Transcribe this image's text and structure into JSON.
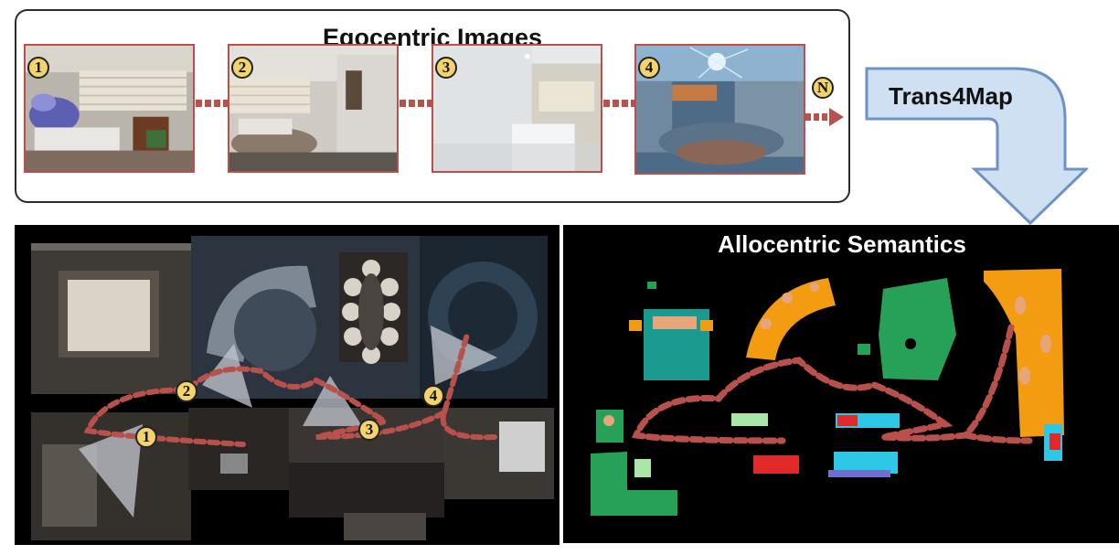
{
  "diagram": {
    "egocentric_title": "Egocentric Images",
    "transformer_label": "Trans4Map",
    "allocentric_title": "Allocentric Semantics",
    "frames": [
      {
        "label": "1"
      },
      {
        "label": "2"
      },
      {
        "label": "3"
      },
      {
        "label": "4"
      }
    ],
    "final_badge": "N",
    "map_markers": [
      "1",
      "2",
      "3",
      "4"
    ]
  },
  "colors": {
    "trajectory": "#b8504c",
    "badge_fill": "#f3d36b",
    "arrow_fill": "#cfe0f3",
    "arrow_stroke": "#6f92c4",
    "sem_orange": "#f39c12",
    "sem_green": "#27a158",
    "sem_teal": "#1a9a8e",
    "sem_cyan": "#2ec7e6",
    "sem_red": "#e02a2a"
  }
}
